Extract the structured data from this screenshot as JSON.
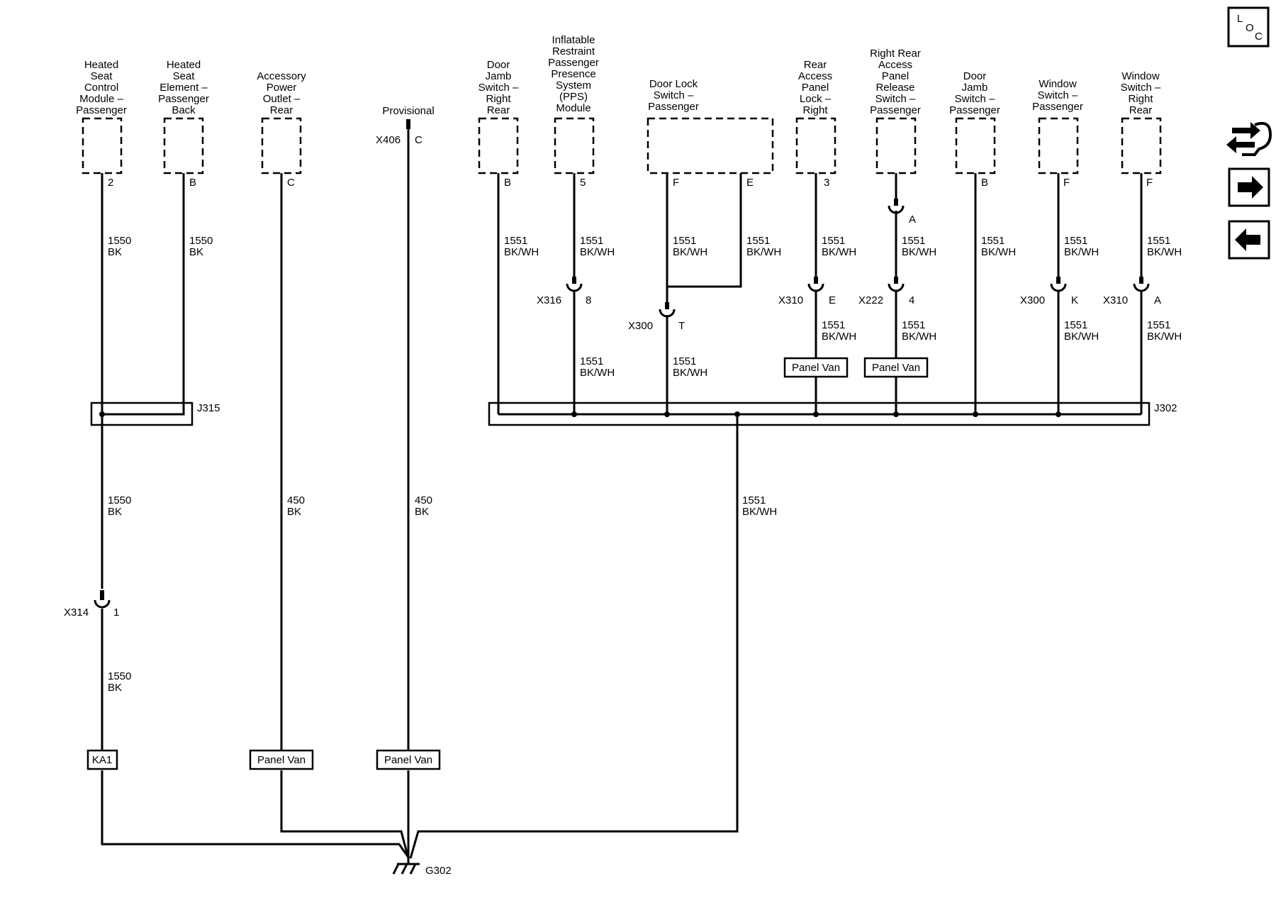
{
  "components": {
    "heated_seat_module": [
      "Heated",
      "Seat",
      "Control",
      "Module –",
      "Passenger"
    ],
    "heated_seat_element": [
      "Heated",
      "Seat",
      "Element –",
      "Passenger",
      "Back"
    ],
    "accessory_outlet": [
      "Accessory",
      "Power",
      "Outlet –",
      "Rear"
    ],
    "provisional": [
      "Provisional"
    ],
    "door_jamb_right_rear": [
      "Door",
      "Jamb",
      "Switch –",
      "Right",
      "Rear"
    ],
    "pps_module": [
      "Inflatable",
      "Restraint",
      "Passenger",
      "Presence",
      "System",
      "(PPS)",
      "Module"
    ],
    "door_lock_switch": [
      "Door Lock",
      "Switch –",
      "Passenger"
    ],
    "rear_access_lock": [
      "Rear",
      "Access",
      "Panel",
      "Lock –",
      "Right"
    ],
    "right_rear_release": [
      "Right Rear",
      "Access",
      "Panel",
      "Release",
      "Switch –",
      "Passenger"
    ],
    "door_jamb_passenger": [
      "Door",
      "Jamb",
      "Switch –",
      "Passenger"
    ],
    "window_switch_passenger": [
      "Window",
      "Switch –",
      "Passenger"
    ],
    "window_switch_right_rear": [
      "Window",
      "Switch –",
      "Right",
      "Rear"
    ]
  },
  "pins": {
    "hs_module": "2",
    "hs_element": "B",
    "outlet": "C",
    "provisional_pin": "C",
    "provisional_conn": "X406",
    "dj_rr": "B",
    "pps": "5",
    "dl_f": "F",
    "dl_e": "E",
    "ral": "3",
    "rrr_a": "A",
    "djp": "B",
    "wsp": "F",
    "wsrr": "F"
  },
  "inline_connectors": {
    "x316": {
      "conn": "X316",
      "pin": "8"
    },
    "x300_t": {
      "conn": "X300",
      "pin": "T"
    },
    "x310_e": {
      "conn": "X310",
      "pin": "E"
    },
    "x222": {
      "conn": "X222",
      "pin": "4"
    },
    "x300_k": {
      "conn": "X300",
      "pin": "K"
    },
    "x310_a": {
      "conn": "X310",
      "pin": "A"
    },
    "x314": {
      "conn": "X314",
      "pin": "1"
    }
  },
  "wires": {
    "c1550": "1550",
    "c1551": "1551",
    "c450": "450",
    "bk": "BK",
    "bkwh": "BK/WH"
  },
  "splices": {
    "j315": "J315",
    "j302": "J302"
  },
  "options": {
    "ka1": "KA1",
    "panel_van": "Panel Van"
  },
  "ground": "G302",
  "loc_icon": {
    "l": "L",
    "o": "O",
    "c": "C"
  },
  "nav_icons": [
    "wrench-swap-icon",
    "arrow-right-icon",
    "arrow-left-icon"
  ]
}
